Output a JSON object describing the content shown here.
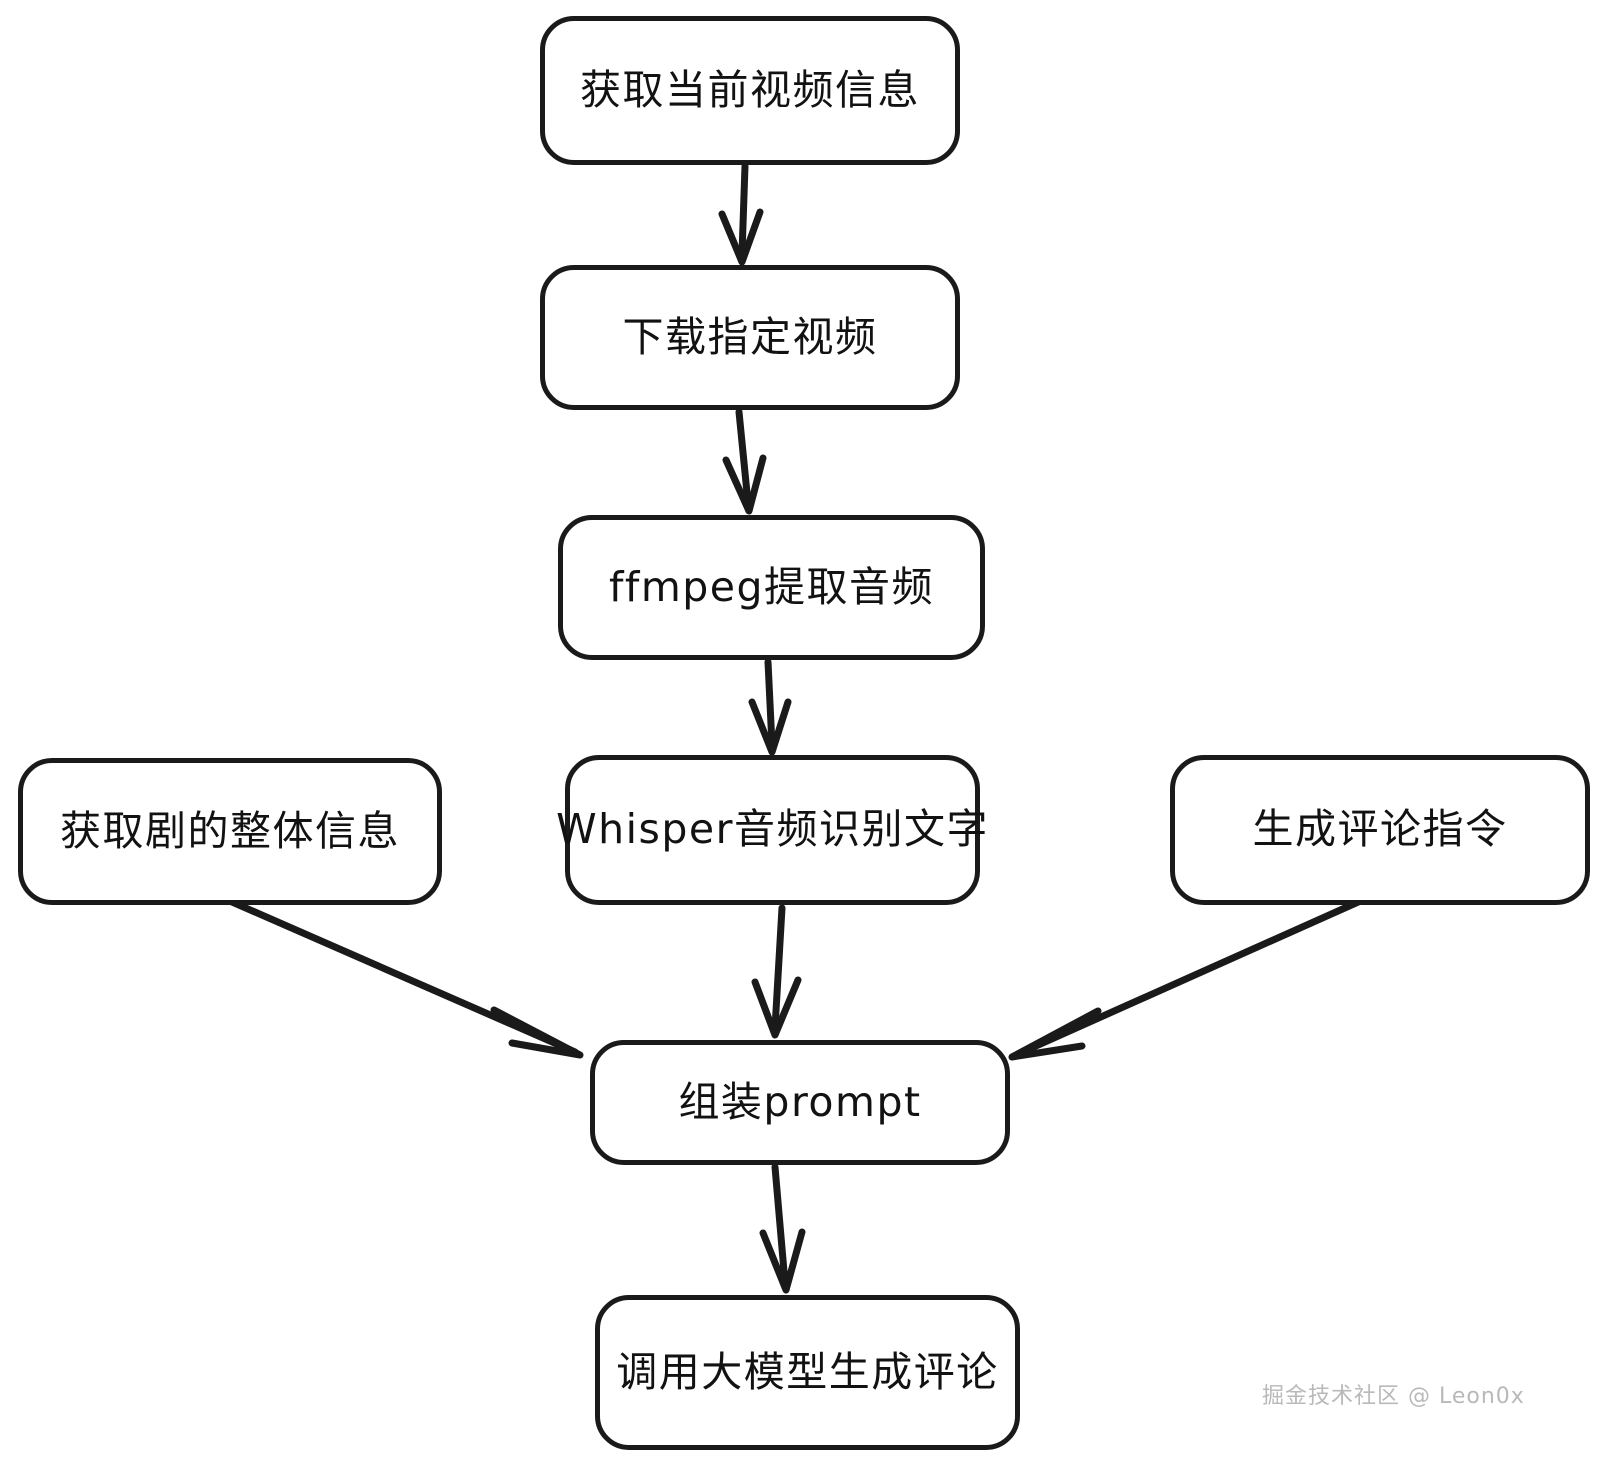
{
  "diagram": {
    "type": "flowchart",
    "background_color": "#ffffff",
    "stroke_color": "#1a1a1a",
    "text_color": "#121212",
    "nodes": [
      {
        "id": "fetch-video-info",
        "label": "获取当前视频信息"
      },
      {
        "id": "download-video",
        "label": "下载指定视频"
      },
      {
        "id": "ffmpeg-audio",
        "label": "ffmpeg提取音频"
      },
      {
        "id": "whisper-asr",
        "label": "Whisper音频识别文字"
      },
      {
        "id": "show-info",
        "label": "获取剧的整体信息"
      },
      {
        "id": "comment-prompt",
        "label": "生成评论指令"
      },
      {
        "id": "assemble-prompt",
        "label": "组装prompt"
      },
      {
        "id": "llm-generate",
        "label": "调用大模型生成评论"
      }
    ],
    "edges": [
      {
        "from": "fetch-video-info",
        "to": "download-video",
        "style": "arrow-down"
      },
      {
        "from": "download-video",
        "to": "ffmpeg-audio",
        "style": "arrow-down"
      },
      {
        "from": "ffmpeg-audio",
        "to": "whisper-asr",
        "style": "arrow-down"
      },
      {
        "from": "whisper-asr",
        "to": "assemble-prompt",
        "style": "arrow-down"
      },
      {
        "from": "show-info",
        "to": "assemble-prompt",
        "style": "arrow-diagonal-right-down"
      },
      {
        "from": "comment-prompt",
        "to": "assemble-prompt",
        "style": "arrow-diagonal-left-down"
      },
      {
        "from": "assemble-prompt",
        "to": "llm-generate",
        "style": "arrow-down"
      }
    ]
  },
  "watermark": {
    "text": "掘金技术社区 @ Leon0x",
    "color": "#b9b9b9"
  }
}
